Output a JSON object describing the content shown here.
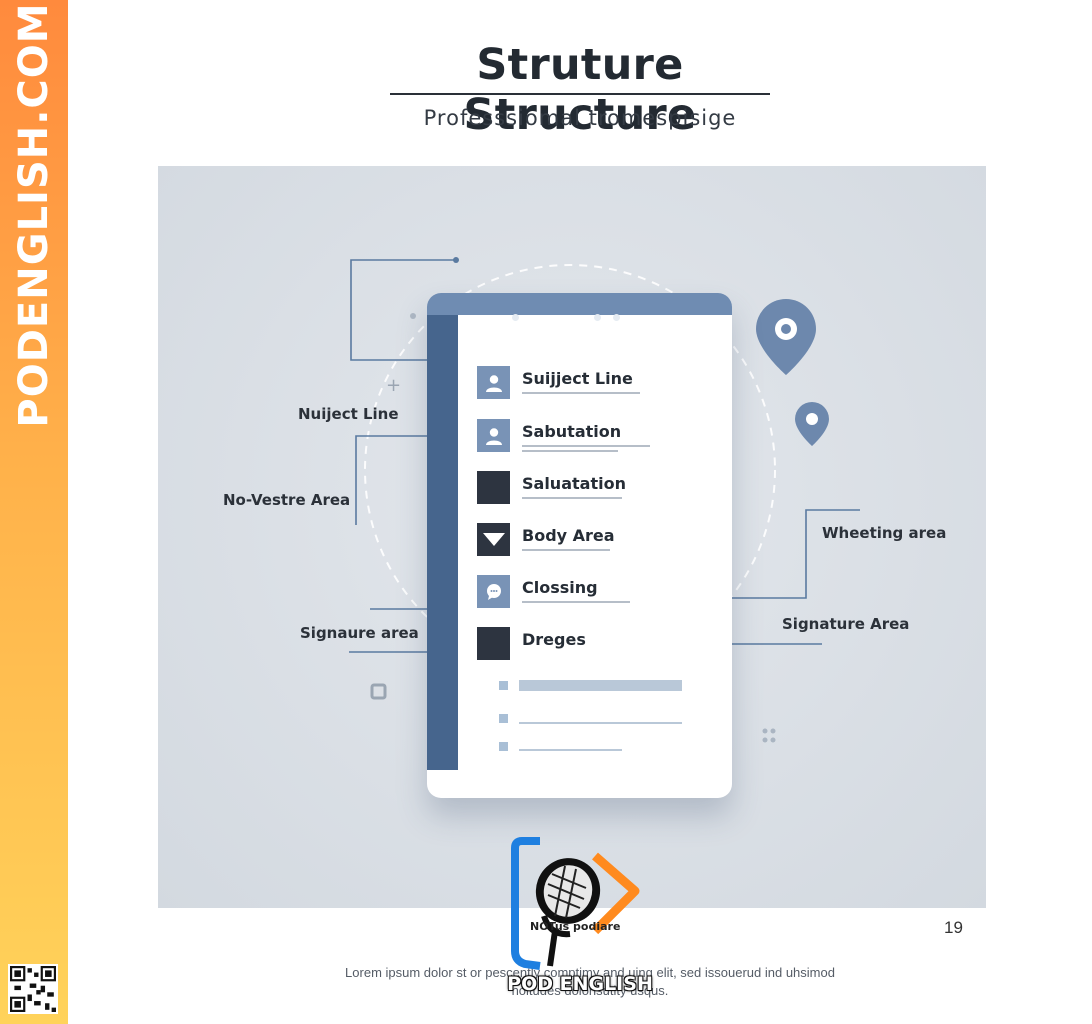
{
  "brand": {
    "site": "PODENGLISH.COM",
    "logo_name": "POD ENGLISH",
    "logo_inline_text": "NOTus podiare"
  },
  "header": {
    "title": "Struture Structure",
    "subtitle": "Professsiomal tromespisige"
  },
  "document": {
    "rows": [
      {
        "label": "Suijject Line",
        "icon": "user-icon"
      },
      {
        "label": "Sabutation",
        "icon": "user-icon"
      },
      {
        "label": "Saluatation",
        "icon": "square-icon"
      },
      {
        "label": "Body Area",
        "icon": "caret-down-icon"
      },
      {
        "label": "Clossing",
        "icon": "chat-bubble-icon"
      },
      {
        "label": "Dreges",
        "icon": "square-icon"
      }
    ]
  },
  "callouts": {
    "left": [
      "Nuiject Line",
      "No-Vestre Area",
      "Signaure area"
    ],
    "right": [
      "Wheeting area",
      "Signature Area"
    ]
  },
  "page_number": "19",
  "footer": {
    "line1": "Lorem ipsum dolor st or pescently comptimy and uing elit, sed issouerud ind uhsimod",
    "line2": "noltudes dolonsutity usqus."
  },
  "colors": {
    "accent": "#46658d",
    "header_bar": "#6f8cb2",
    "brand_orange": "#ff8a3d",
    "brand_yellow": "#ffd35a"
  }
}
